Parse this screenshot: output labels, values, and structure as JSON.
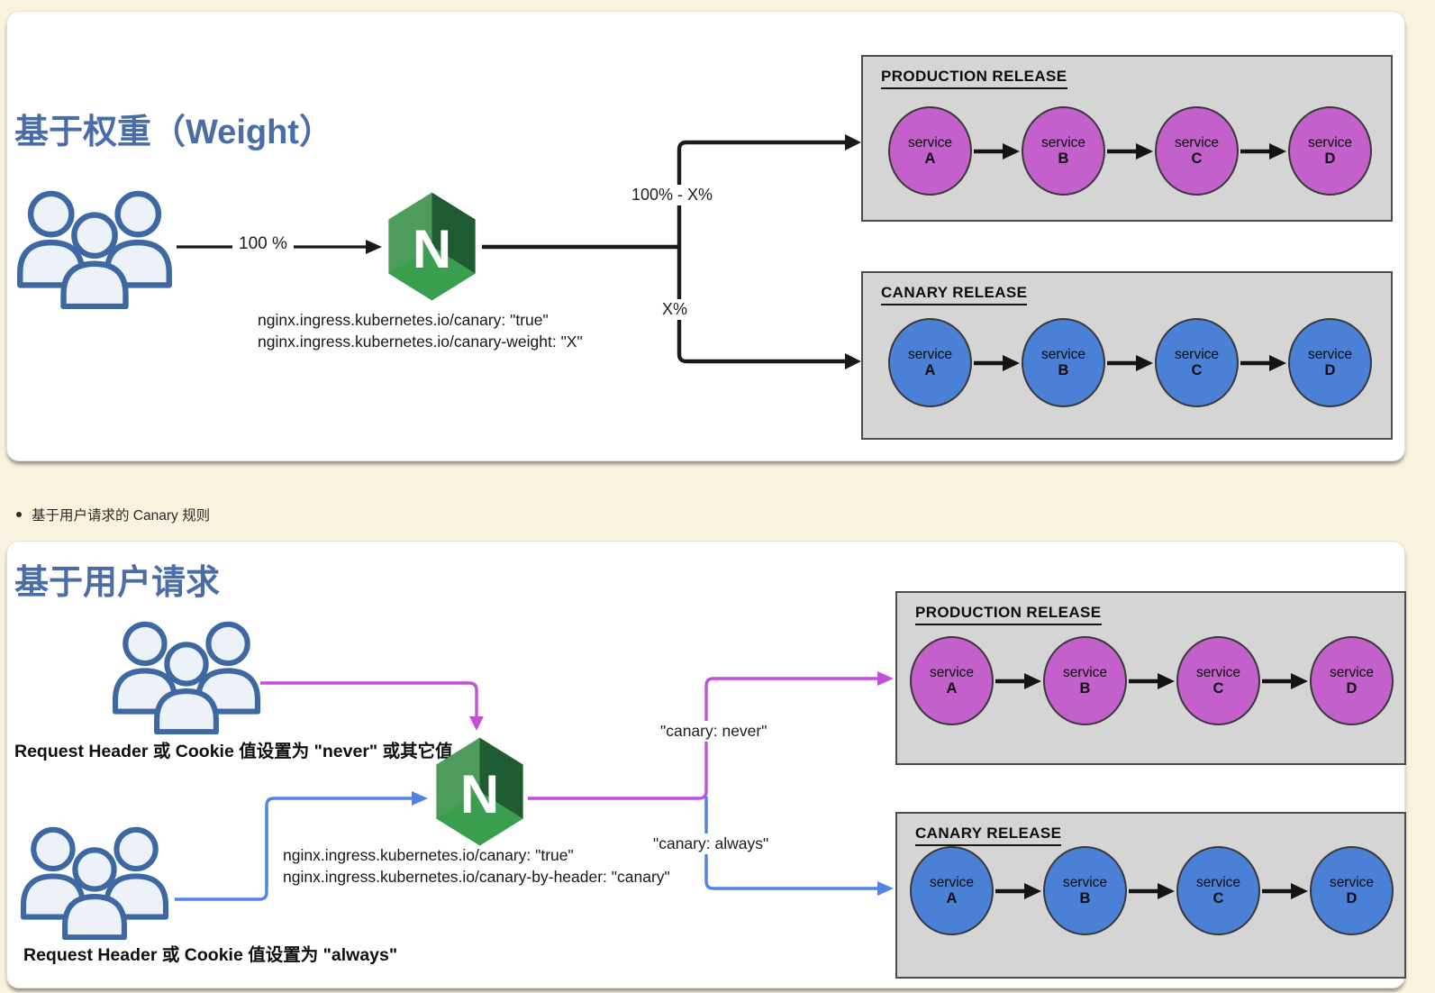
{
  "colors": {
    "page_bg": "#f9f2df",
    "panel_bg": "#ffffff",
    "title_blue": "#4a6da8",
    "flow_black": "#1a1a1a",
    "magenta": "#c44fd8",
    "blue": "#4f83e6",
    "service_production": "#c360cc",
    "service_canary": "#4b80d7",
    "release_box_bg": "#d5d5d5",
    "release_box_border": "#4c4c4c",
    "nginx_green_light": "#4d9c5b",
    "nginx_green_dark": "#1f5c31",
    "nginx_green_mid": "#399e4d",
    "users_stroke": "#3e68a2"
  },
  "nginx_letter": "N",
  "weight_panel": {
    "title": "基于权重（Weight）",
    "traffic_label": "100 %",
    "production_split_label": "100% - X%",
    "canary_split_label": "X%",
    "annotation_line1": "nginx.ingress.kubernetes.io/canary: \"true\"",
    "annotation_line2": "nginx.ingress.kubernetes.io/canary-weight: \"X\"",
    "production": {
      "title": "PRODUCTION RELEASE",
      "services": [
        {
          "label": "service",
          "letter": "A"
        },
        {
          "label": "service",
          "letter": "B"
        },
        {
          "label": "service",
          "letter": "C"
        },
        {
          "label": "service",
          "letter": "D"
        }
      ]
    },
    "canary": {
      "title": "CANARY RELEASE",
      "services": [
        {
          "label": "service",
          "letter": "A"
        },
        {
          "label": "service",
          "letter": "B"
        },
        {
          "label": "service",
          "letter": "C"
        },
        {
          "label": "service",
          "letter": "D"
        }
      ]
    }
  },
  "between": {
    "bullet_text": "基于用户请求的 Canary 规则"
  },
  "header_panel": {
    "title": "基于用户请求",
    "never_group_label": "Request Header 或 Cookie 值设置为 \"never\" 或其它值",
    "always_group_label": "Request Header 或 Cookie 值设置为 \"always\"",
    "canary_never_label": "\"canary: never\"",
    "canary_always_label": "\"canary: always\"",
    "annotation_line1": "nginx.ingress.kubernetes.io/canary: \"true\"",
    "annotation_line2": "nginx.ingress.kubernetes.io/canary-by-header: \"canary\"",
    "production": {
      "title": "PRODUCTION RELEASE",
      "services": [
        {
          "label": "service",
          "letter": "A"
        },
        {
          "label": "service",
          "letter": "B"
        },
        {
          "label": "service",
          "letter": "C"
        },
        {
          "label": "service",
          "letter": "D"
        }
      ]
    },
    "canary": {
      "title": "CANARY RELEASE",
      "services": [
        {
          "label": "service",
          "letter": "A"
        },
        {
          "label": "service",
          "letter": "B"
        },
        {
          "label": "service",
          "letter": "C"
        },
        {
          "label": "service",
          "letter": "D"
        }
      ]
    }
  }
}
